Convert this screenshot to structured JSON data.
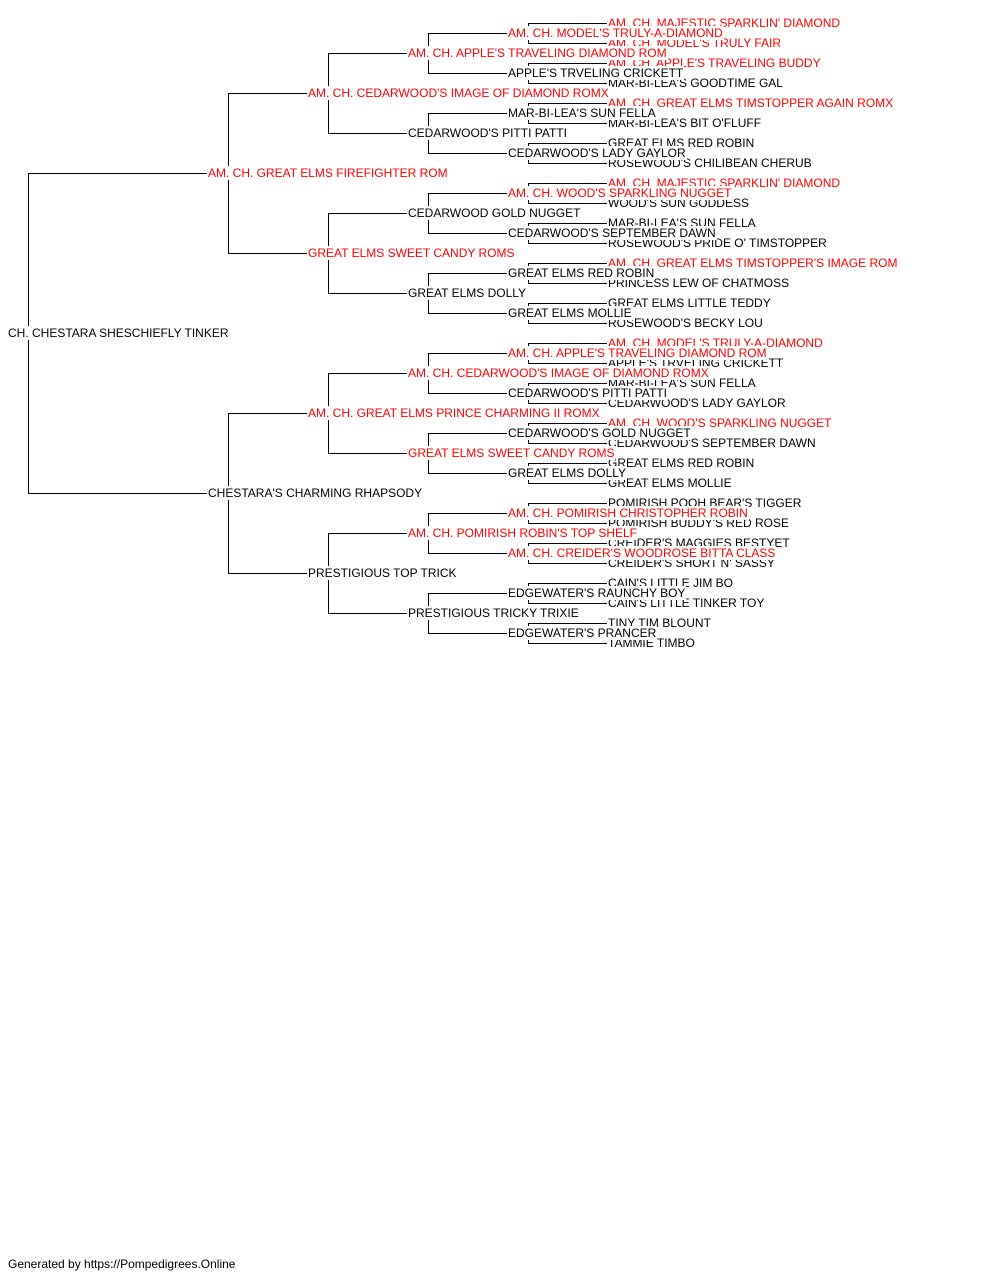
{
  "colors": {
    "champion": "#ff0000",
    "regular": "#000000",
    "line": "#000000"
  },
  "pedigree": {
    "name": "CH. CHESTARA SHESCHIEFLY TINKER",
    "champion": false,
    "sire": {
      "name": "AM. CH. GREAT ELMS FIREFIGHTER ROM",
      "champion": true,
      "sire": {
        "name": "AM. CH. CEDARWOOD'S IMAGE OF DIAMOND ROMX",
        "champion": true,
        "sire": {
          "name": "AM. CH. APPLE'S TRAVELING DIAMOND ROM",
          "champion": true,
          "sire": {
            "name": "AM. CH. MODEL'S TRULY-A-DIAMOND",
            "champion": true,
            "sire": {
              "name": "AM. CH. MAJESTIC SPARKLIN' DIAMOND",
              "champion": true
            },
            "dam": {
              "name": "AM. CH. MODEL'S TRULY FAIR",
              "champion": true
            }
          },
          "dam": {
            "name": "APPLE'S TRVELING CRICKETT",
            "champion": false,
            "sire": {
              "name": "AM. CH. APPLE'S TRAVELING BUDDY",
              "champion": true
            },
            "dam": {
              "name": "MAR-BI-LEA'S GOODTIME GAL",
              "champion": false
            }
          }
        },
        "dam": {
          "name": "CEDARWOOD'S PITTI PATTI",
          "champion": false,
          "sire": {
            "name": "MAR-BI-LEA'S SUN FELLA",
            "champion": false,
            "sire": {
              "name": "AM. CH. GREAT ELMS TIMSTOPPER AGAIN ROMX",
              "champion": true
            },
            "dam": {
              "name": "MAR-BI-LEA'S BIT O'FLUFF",
              "champion": false
            }
          },
          "dam": {
            "name": "CEDARWOOD'S LADY GAYLOR",
            "champion": false,
            "sire": {
              "name": "GREAT ELMS RED ROBIN",
              "champion": false
            },
            "dam": {
              "name": "ROSEWOOD'S CHILIBEAN CHERUB",
              "champion": false
            }
          }
        }
      },
      "dam": {
        "name": "GREAT ELMS SWEET CANDY ROMS",
        "champion": true,
        "sire": {
          "name": "CEDARWOOD GOLD NUGGET",
          "champion": false,
          "sire": {
            "name": "AM. CH. WOOD'S SPARKLING NUGGET",
            "champion": true,
            "sire": {
              "name": "AM. CH. MAJESTIC SPARKLIN' DIAMOND",
              "champion": true
            },
            "dam": {
              "name": "WOOD'S SUN GODDESS",
              "champion": false
            }
          },
          "dam": {
            "name": "CEDARWOOD'S SEPTEMBER DAWN",
            "champion": false,
            "sire": {
              "name": "MAR-BI-LEA'S SUN FELLA",
              "champion": false
            },
            "dam": {
              "name": "ROSEWOOD'S PRIDE O' TIMSTOPPER",
              "champion": false
            }
          }
        },
        "dam": {
          "name": "GREAT ELMS DOLLY",
          "champion": false,
          "sire": {
            "name": "GREAT ELMS RED ROBIN",
            "champion": false,
            "sire": {
              "name": "AM. CH. GREAT ELMS TIMSTOPPER'S IMAGE ROM",
              "champion": true
            },
            "dam": {
              "name": "PRINCESS LEW OF CHATMOSS",
              "champion": false
            }
          },
          "dam": {
            "name": "GREAT ELMS MOLLIE",
            "champion": false,
            "sire": {
              "name": "GREAT ELMS LITTLE TEDDY",
              "champion": false
            },
            "dam": {
              "name": "ROSEWOOD'S BECKY LOU",
              "champion": false
            }
          }
        }
      }
    },
    "dam": {
      "name": "CHESTARA'S CHARMING RHAPSODY",
      "champion": false,
      "sire": {
        "name": "AM. CH. GREAT ELMS PRINCE CHARMING II ROMX",
        "champion": true,
        "sire": {
          "name": "AM. CH. CEDARWOOD'S IMAGE OF DIAMOND ROMX",
          "champion": true,
          "sire": {
            "name": "AM. CH. APPLE'S TRAVELING DIAMOND ROM",
            "champion": true,
            "sire": {
              "name": "AM. CH. MODEL'S TRULY-A-DIAMOND",
              "champion": true
            },
            "dam": {
              "name": "APPLE'S TRVELING CRICKETT",
              "champion": false
            }
          },
          "dam": {
            "name": "CEDARWOOD'S PITTI PATTI",
            "champion": false,
            "sire": {
              "name": "MAR-BI-LEA'S SUN FELLA",
              "champion": false
            },
            "dam": {
              "name": "CEDARWOOD'S LADY GAYLOR",
              "champion": false
            }
          }
        },
        "dam": {
          "name": "GREAT ELMS SWEET CANDY ROMS",
          "champion": true,
          "sire": {
            "name": "CEDARWOOD'S GOLD NUGGET",
            "champion": false,
            "sire": {
              "name": "AM. CH. WOOD'S SPARKLING NUGGET",
              "champion": true
            },
            "dam": {
              "name": "CEDARWOOD'S SEPTEMBER DAWN",
              "champion": false
            }
          },
          "dam": {
            "name": "GREAT ELMS DOLLY",
            "champion": false,
            "sire": {
              "name": "GREAT ELMS RED ROBIN",
              "champion": false
            },
            "dam": {
              "name": "GREAT ELMS MOLLIE",
              "champion": false
            }
          }
        }
      },
      "dam": {
        "name": "PRESTIGIOUS TOP TRICK",
        "champion": false,
        "sire": {
          "name": "AM. CH. POMIRISH ROBIN'S TOP SHELF",
          "champion": true,
          "sire": {
            "name": "AM. CH. POMIRISH CHRISTOPHER ROBIN",
            "champion": true,
            "sire": {
              "name": "POMIRISH POOH BEAR'S TIGGER",
              "champion": false
            },
            "dam": {
              "name": "POMIRISH BUDDY'S RED ROSE",
              "champion": false
            }
          },
          "dam": {
            "name": "AM. CH. CREIDER'S WOODROSE BITTA CLASS",
            "champion": true,
            "sire": {
              "name": "CREIDER'S MAGGIES BESTYET",
              "champion": false
            },
            "dam": {
              "name": "CREIDER'S SHORT N' SASSY",
              "champion": false
            }
          }
        },
        "dam": {
          "name": "PRESTIGIOUS TRICKY TRIXIE",
          "champion": false,
          "sire": {
            "name": "EDGEWATER'S RAUNCHY BOY",
            "champion": false,
            "sire": {
              "name": "CAIN'S LITTLE JIM BO",
              "champion": false
            },
            "dam": {
              "name": "CAIN'S LITTLE TINKER TOY",
              "champion": false
            }
          },
          "dam": {
            "name": "EDGEWATER'S PRANCER",
            "champion": false,
            "sire": {
              "name": "TINY TIM BLOUNT",
              "champion": false
            },
            "dam": {
              "name": "TAMMIE TIMBO",
              "champion": false
            }
          }
        }
      }
    }
  },
  "footer": "Generated by https://Pompedigrees.Online"
}
